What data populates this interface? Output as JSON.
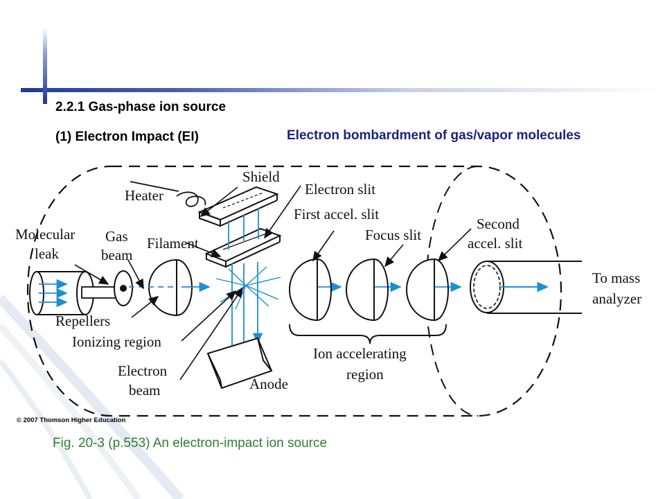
{
  "slide": {
    "title": "2.2.1 Gas-phase ion source",
    "subtitle": "(1) Electron Impact (EI)",
    "description": "Electron bombardment of gas/vapor molecules",
    "caption": "Fig. 20-3 (p.553)  An electron-impact ion source",
    "copyright": "© 2007 Thomson Higher Education"
  },
  "figure": {
    "labels": {
      "heater": "Heater",
      "shield": "Shield",
      "electron_slit": "Electron slit",
      "first_accel_slit": "First accel. slit",
      "focus_slit": "Focus slit",
      "second_accel_slit_line1": "Second",
      "second_accel_slit_line2": "accel. slit",
      "molecular_leak_line1": "Molecular",
      "molecular_leak_line2": "leak",
      "gas_beam_line1": "Gas",
      "gas_beam_line2": "beam",
      "filament": "Filament",
      "repellers": "Repellers",
      "ionizing_region": "Ionizing region",
      "electron_beam_line1": "Electron",
      "electron_beam_line2": "beam",
      "anode": "Anode",
      "ion_accelerating_line1": "Ion accelerating",
      "ion_accelerating_line2": "region",
      "to_mass_line1": "To mass",
      "to_mass_line2": "analyzer"
    }
  },
  "colors": {
    "accent_blue": "#1f3a93",
    "beam_blue": "#1a8fd6",
    "description_navy": "#1a237e",
    "caption_green": "#2e7d32"
  }
}
